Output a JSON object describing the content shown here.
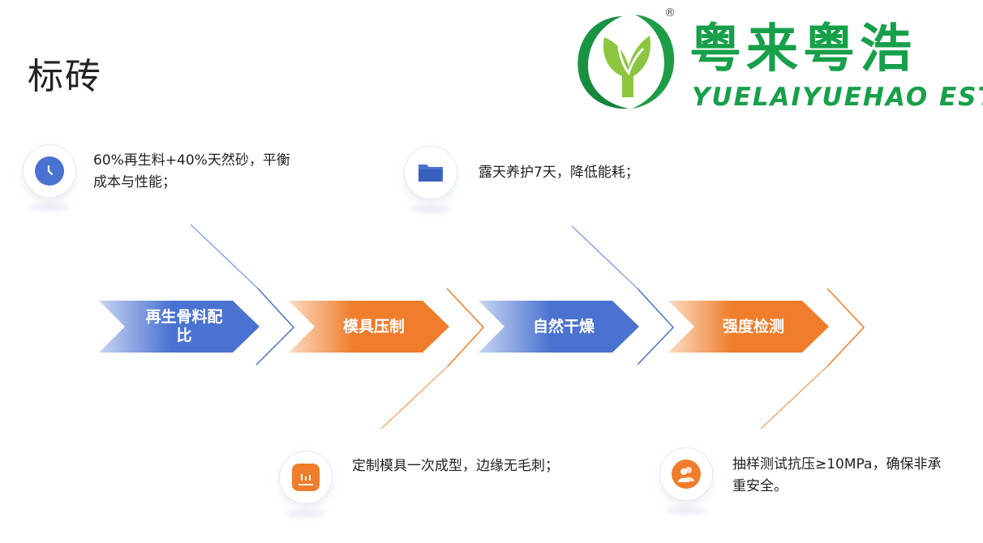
{
  "title": "标砖",
  "logo": {
    "cn": "粤来粤浩",
    "en": "YUELAIYUEHAO EST",
    "reg": "®"
  },
  "steps": [
    {
      "label": "再生骨料配比",
      "desc": "60%再生料+40%天然砂，平衡成本与性能；",
      "icon": "clock-icon",
      "color": "#4a72d1"
    },
    {
      "label": "模具压制",
      "desc": "定制模具一次成型，边缘无毛刺；",
      "icon": "chart-icon",
      "color": "#ef7d2b"
    },
    {
      "label": "自然干燥",
      "desc": "露天养护7天，降低能耗；",
      "icon": "folder-icon",
      "color": "#4a72d1"
    },
    {
      "label": "强度检测",
      "desc": "抽样测试抗压≥10MPa，确保非承重安全。",
      "icon": "users-icon",
      "color": "#ef7d2b"
    }
  ],
  "colors": {
    "blue": "#4a72d1",
    "orange": "#ef7d2b",
    "green": "#17a04a"
  }
}
